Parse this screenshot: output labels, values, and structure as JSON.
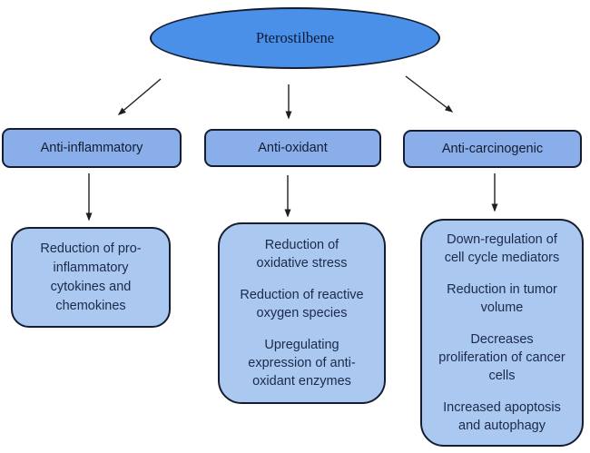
{
  "diagram": {
    "root": {
      "id": "pterostilbene",
      "label": "Pterostilbene",
      "shape": "ellipse"
    },
    "categories": [
      {
        "id": "anti-inflammatory",
        "label": "Anti-inflammatory"
      },
      {
        "id": "anti-oxidant",
        "label": "Anti-oxidant"
      },
      {
        "id": "anti-carcinogenic",
        "label": "Anti-carcinogenic"
      }
    ],
    "details": [
      {
        "paragraphs": [
          "Reduction of pro-inflammatory cytokines and chemokines"
        ]
      },
      {
        "paragraphs": [
          "Reduction of oxidative stress",
          "Reduction of reactive oxygen species",
          "Upregulating expression of anti-oxidant enzymes"
        ]
      },
      {
        "paragraphs": [
          "Down-regulation of cell cycle mediators",
          "Reduction in tumor volume",
          "Decreases proliferation of cancer cells",
          "Increased apoptosis and autophagy"
        ]
      }
    ],
    "edges": [
      {
        "from": "Pterostilbene",
        "to": "Anti-inflammatory"
      },
      {
        "from": "Pterostilbene",
        "to": "Anti-oxidant"
      },
      {
        "from": "Pterostilbene",
        "to": "Anti-carcinogenic"
      },
      {
        "from": "Anti-inflammatory",
        "to": "Reduction of pro-inflammatory cytokines and chemokines"
      },
      {
        "from": "Anti-oxidant",
        "to": "Reduction of oxidative stress / reactive oxygen species / upregulating anti-oxidant enzymes"
      },
      {
        "from": "Anti-carcinogenic",
        "to": "Down-regulation of cell cycle mediators / tumor volume / proliferation / apoptosis"
      }
    ]
  },
  "colors": {
    "ellipse_fill": "#4a8fe8",
    "category_fill": "#8aaee9",
    "detail_fill": "#abc8f0",
    "border": "#141e30",
    "text": "#17233f",
    "arrow": "#1f1f1f"
  }
}
